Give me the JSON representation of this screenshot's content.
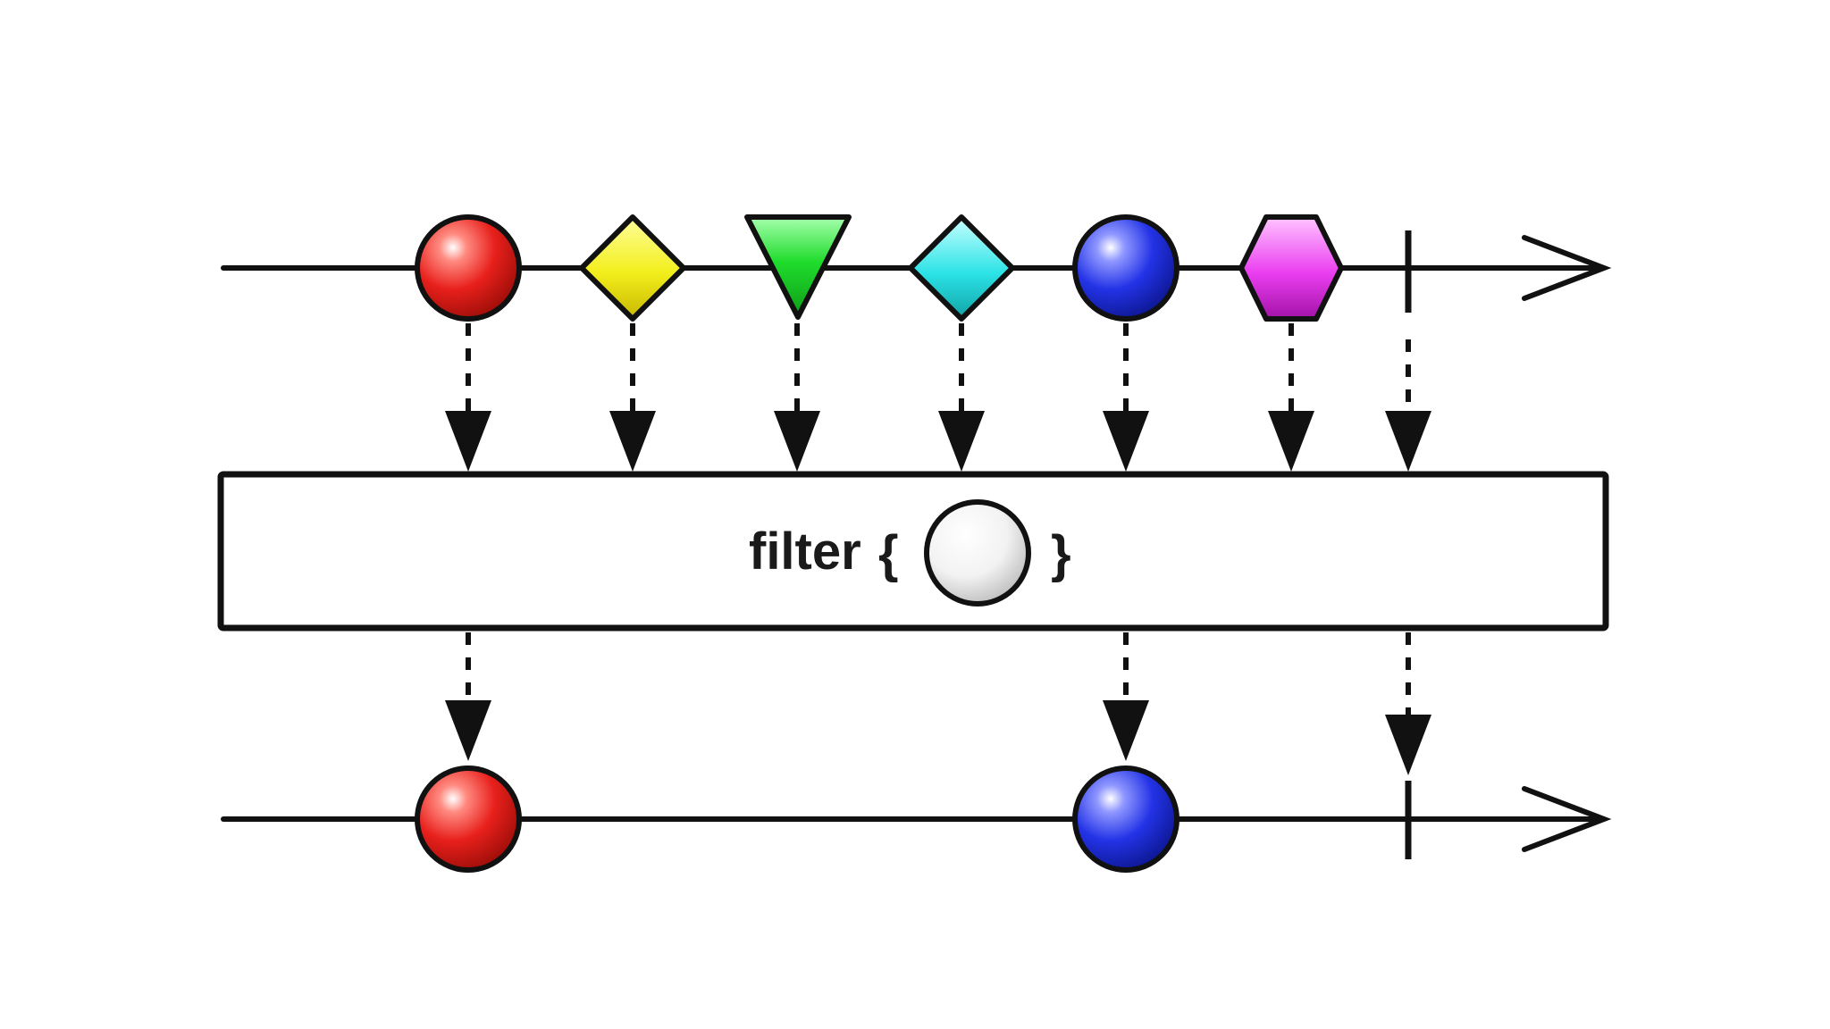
{
  "operator": {
    "keyword": "filter",
    "open_brace": "{",
    "close_brace": "}",
    "predicate_marble": {
      "shape": "circle",
      "color": "#f2f2f2"
    }
  },
  "input_stream": {
    "items": [
      {
        "shape": "circle",
        "color": "#e8201c",
        "passes": true
      },
      {
        "shape": "diamond",
        "color": "#f2ee1c",
        "passes": false
      },
      {
        "shape": "triangle",
        "color": "#1fdc2c",
        "passes": false
      },
      {
        "shape": "diamond",
        "color": "#2ce3e6",
        "passes": false
      },
      {
        "shape": "circle",
        "color": "#2333e6",
        "passes": true
      },
      {
        "shape": "hexagon",
        "color": "#ea3ef0",
        "passes": false
      }
    ],
    "completed": true
  },
  "output_stream": {
    "items": [
      {
        "shape": "circle",
        "color": "#e8201c"
      },
      {
        "shape": "circle",
        "color": "#2333e6"
      }
    ],
    "completed": true
  },
  "colors": {
    "line": "#111111",
    "box_fill": "#ffffff"
  }
}
